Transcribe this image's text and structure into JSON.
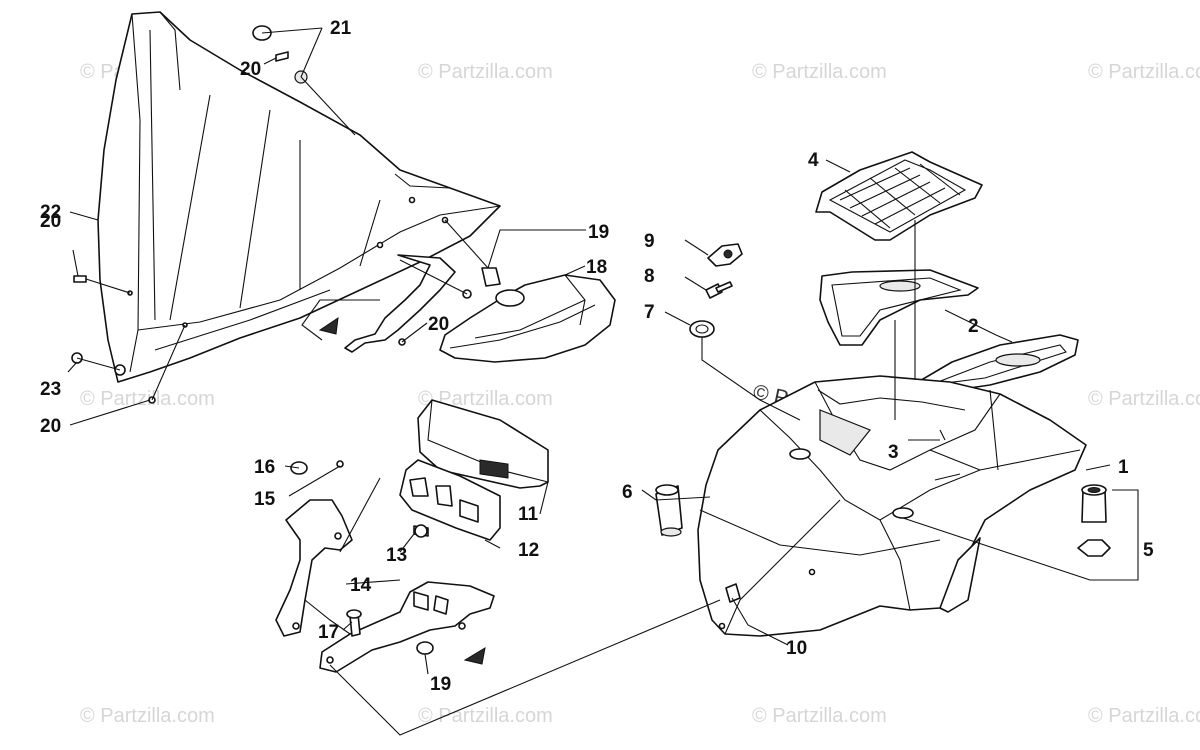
{
  "watermark": {
    "text": "© Partzilla.com",
    "center_text": "© Partzilla.com"
  },
  "callouts": {
    "c1": "1",
    "c2": "2",
    "c3": "3",
    "c4": "4",
    "c5": "5",
    "c6": "6",
    "c7": "7",
    "c8": "8",
    "c9": "9",
    "c10": "10",
    "c11": "11",
    "c12": "12",
    "c13": "13",
    "c14": "14",
    "c15": "15",
    "c16": "16",
    "c17": "17",
    "c18": "18",
    "c19a": "19",
    "c19b": "19",
    "c20a": "20",
    "c20b": "20",
    "c20c": "20",
    "c20d": "20",
    "c21": "21",
    "c22": "22",
    "c23": "23"
  }
}
